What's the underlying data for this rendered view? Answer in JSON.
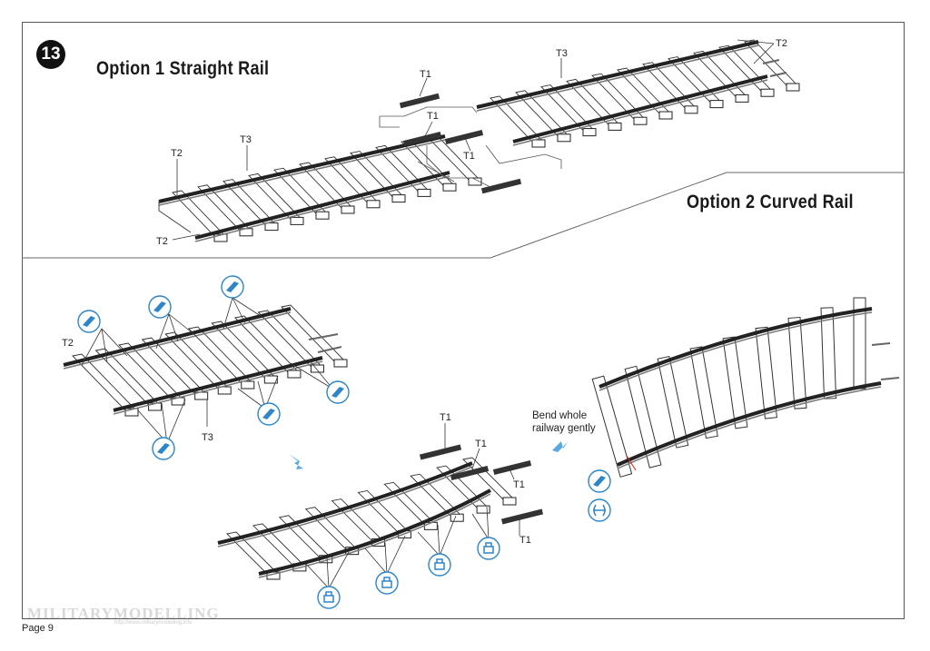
{
  "step_number": "13",
  "option1_title": "Option 1  Straight Rail",
  "option2_title": "Option 2  Curved Rail",
  "labels": {
    "t1": "T1",
    "t2": "T2",
    "t3": "T3"
  },
  "bend_note": [
    "Bend whole",
    "railway gently"
  ],
  "page_label": "Page 9",
  "watermark": {
    "title": "MILITARYMODELLING",
    "url": "http://www.militarymodelling.info"
  },
  "colors": {
    "ink": "#222222",
    "icon_blue": "#2e86c8",
    "arrow_blue": "#5aa8de"
  }
}
